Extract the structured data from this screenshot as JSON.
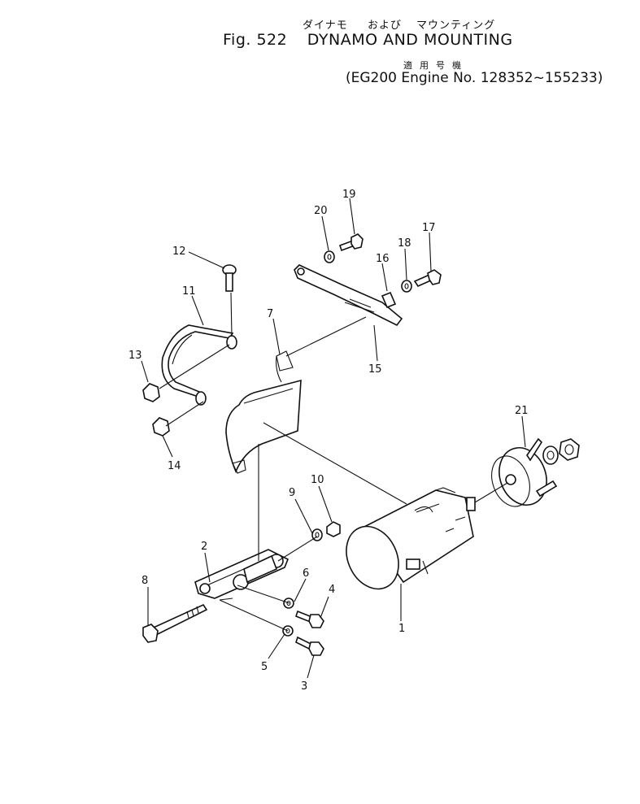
{
  "header": {
    "jp_dynamo": "ダイナモ",
    "jp_and": "および",
    "jp_mounting": "マウンティング",
    "fig_no": "Fig. 522",
    "title": "DYNAMO AND MOUNTING",
    "applicable_jp": "適用号機",
    "applicable": "(EG200 Engine No. 128352~155233)"
  },
  "part_labels": [
    "1",
    "2",
    "3",
    "4",
    "5",
    "6",
    "7",
    "8",
    "9",
    "10",
    "11",
    "12",
    "13",
    "14",
    "15",
    "16",
    "17",
    "18",
    "19",
    "20",
    "21"
  ]
}
